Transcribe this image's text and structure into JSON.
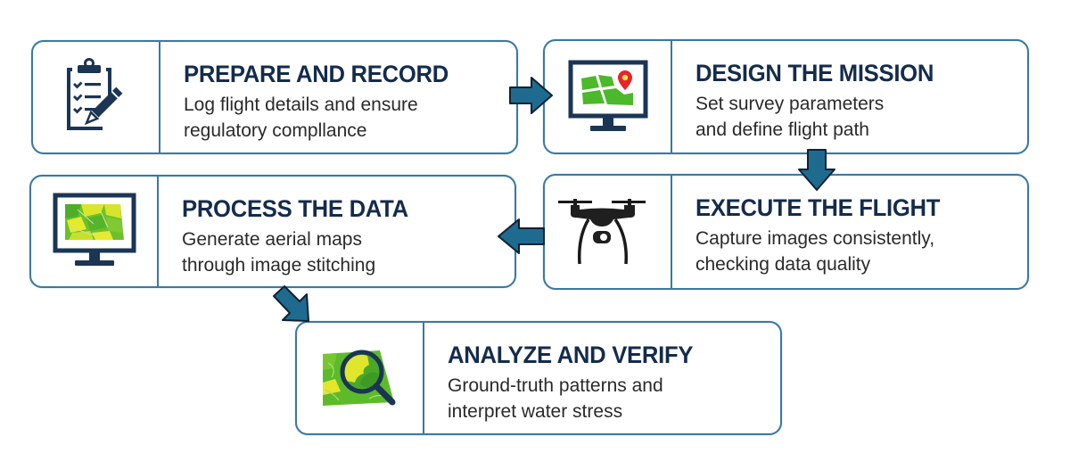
{
  "diagram": {
    "type": "process-flow",
    "colors": {
      "border": "#3b78a3",
      "arrow": "#1f6b8f",
      "title": "#142c4c",
      "text": "#2a2a2a",
      "icon_dark": "#1b3554",
      "field_green": "#4cb82b",
      "field_yellow": "#e6e62a",
      "pin_red": "#e8232a"
    },
    "steps": [
      {
        "id": 1,
        "title": "PREPARE AND RECORD",
        "desc_line1": "Log flight details and ensure",
        "desc_line2": "regulatory compllance",
        "icon": "clipboard-checklist-pencil-icon"
      },
      {
        "id": 2,
        "title": "DESIGN THE MISSION",
        "desc_line1": "Set survey parameters",
        "desc_line2": "and define flight path",
        "icon": "monitor-map-pin-icon"
      },
      {
        "id": 3,
        "title": "EXECUTE THE FLIGHT",
        "desc_line1": "Capture images consistently,",
        "desc_line2": "checking data quality",
        "icon": "drone-icon"
      },
      {
        "id": 4,
        "title": "PROCESS THE DATA",
        "desc_line1": "Generate aerial maps",
        "desc_line2": "through image stitching",
        "icon": "monitor-aerial-map-icon"
      },
      {
        "id": 5,
        "title": "ANALYZE AND VERIFY",
        "desc_line1": "Ground-truth patterns and",
        "desc_line2": "interpret water stress",
        "icon": "magnifier-field-map-icon"
      }
    ],
    "connections": [
      {
        "from": "PREPARE AND RECORD",
        "to": "DESIGN THE MISSION",
        "direction": "right"
      },
      {
        "from": "DESIGN THE MISSION",
        "to": "EXECUTE THE FLIGHT",
        "direction": "down"
      },
      {
        "from": "EXECUTE THE FLIGHT",
        "to": "PROCESS THE DATA",
        "direction": "left"
      },
      {
        "from": "PROCESS THE DATA",
        "to": "ANALYZE AND VERIFY",
        "direction": "down-right"
      }
    ]
  }
}
